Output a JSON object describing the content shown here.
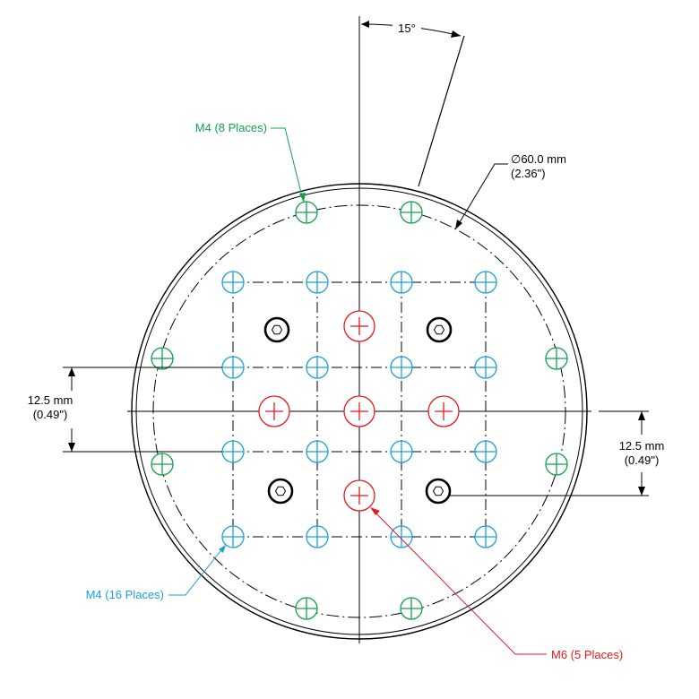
{
  "labels": {
    "angle": "15°",
    "diameter_line1": "∅60.0 mm",
    "diameter_line2": "(2.36\")",
    "m4_green": "M4 (8 Places)",
    "m4_blue": "M4 (16 Places)",
    "m6_red": "M6 (5 Places)",
    "dim_left_line1": "12.5 mm",
    "dim_left_line2": "(0.49\")",
    "dim_right_line1": "12.5 mm",
    "dim_right_line2": "(0.49\")"
  },
  "colors": {
    "outline": "#000000",
    "green": "#14a04a",
    "blue": "#1ba0d8",
    "red": "#e3191c"
  },
  "icons": {
    "m4_green_hole": "circle-cross-icon",
    "m4_blue_hole": "circle-cross-icon",
    "m6_red_hole": "circle-cross-icon",
    "cap_screw": "hex-socket-icon"
  }
}
